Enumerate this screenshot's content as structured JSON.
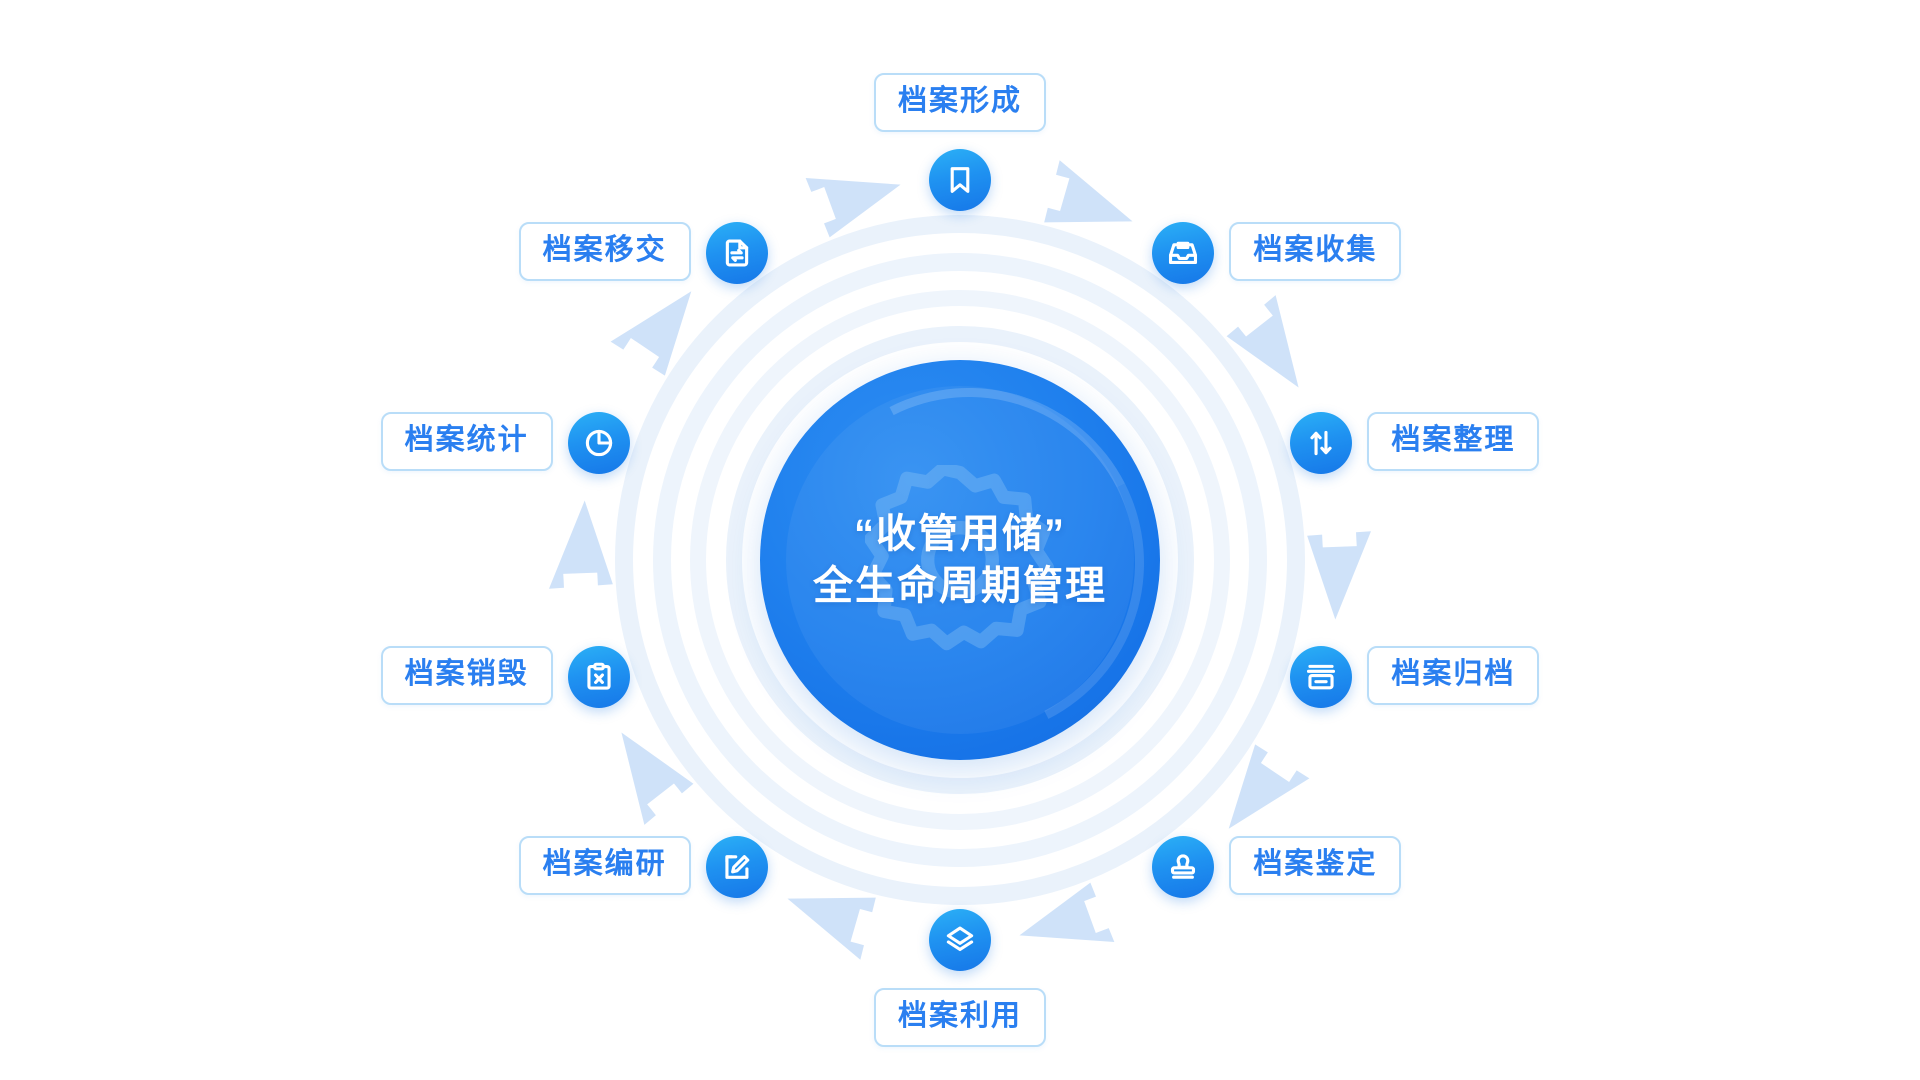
{
  "diagram": {
    "title_quoted": "“收管用储”",
    "title_sub": "全生命周期管理",
    "colors": {
      "accent_blue": "#2a7ff0",
      "icon_gradient_start": "#2bb0f6",
      "icon_gradient_end": "#1677e8",
      "core_gradient_start": "#2f8ef2",
      "core_gradient_end": "#1569dd",
      "arrow_ring": "#cfe2f9",
      "pale_ring": "#eef4fb",
      "label_border": "#b9ddf8",
      "background": "#ffffff"
    },
    "stages": [
      {
        "label": "档案形成",
        "icon": "bookmark-icon",
        "angle_deg": 0,
        "label_pos": "top"
      },
      {
        "label": "档案收集",
        "icon": "inbox-tray-icon",
        "angle_deg": 36,
        "label_pos": "right"
      },
      {
        "label": "档案整理",
        "icon": "sort-arrows-icon",
        "angle_deg": 72,
        "label_pos": "right"
      },
      {
        "label": "档案归档",
        "icon": "archive-box-icon",
        "angle_deg": 108,
        "label_pos": "right"
      },
      {
        "label": "档案鉴定",
        "icon": "stamp-seal-icon",
        "angle_deg": 144,
        "label_pos": "right"
      },
      {
        "label": "档案利用",
        "icon": "layers-stack-icon",
        "angle_deg": 180,
        "label_pos": "bottom"
      },
      {
        "label": "档案编研",
        "icon": "edit-pencil-icon",
        "angle_deg": 216,
        "label_pos": "left"
      },
      {
        "label": "档案销毁",
        "icon": "clipboard-x-icon",
        "angle_deg": 252,
        "label_pos": "left"
      },
      {
        "label": "档案统计",
        "icon": "pie-chart-icon",
        "angle_deg": 288,
        "label_pos": "left"
      },
      {
        "label": "档案移交",
        "icon": "document-transfer-icon",
        "angle_deg": 324,
        "label_pos": "left"
      }
    ]
  }
}
